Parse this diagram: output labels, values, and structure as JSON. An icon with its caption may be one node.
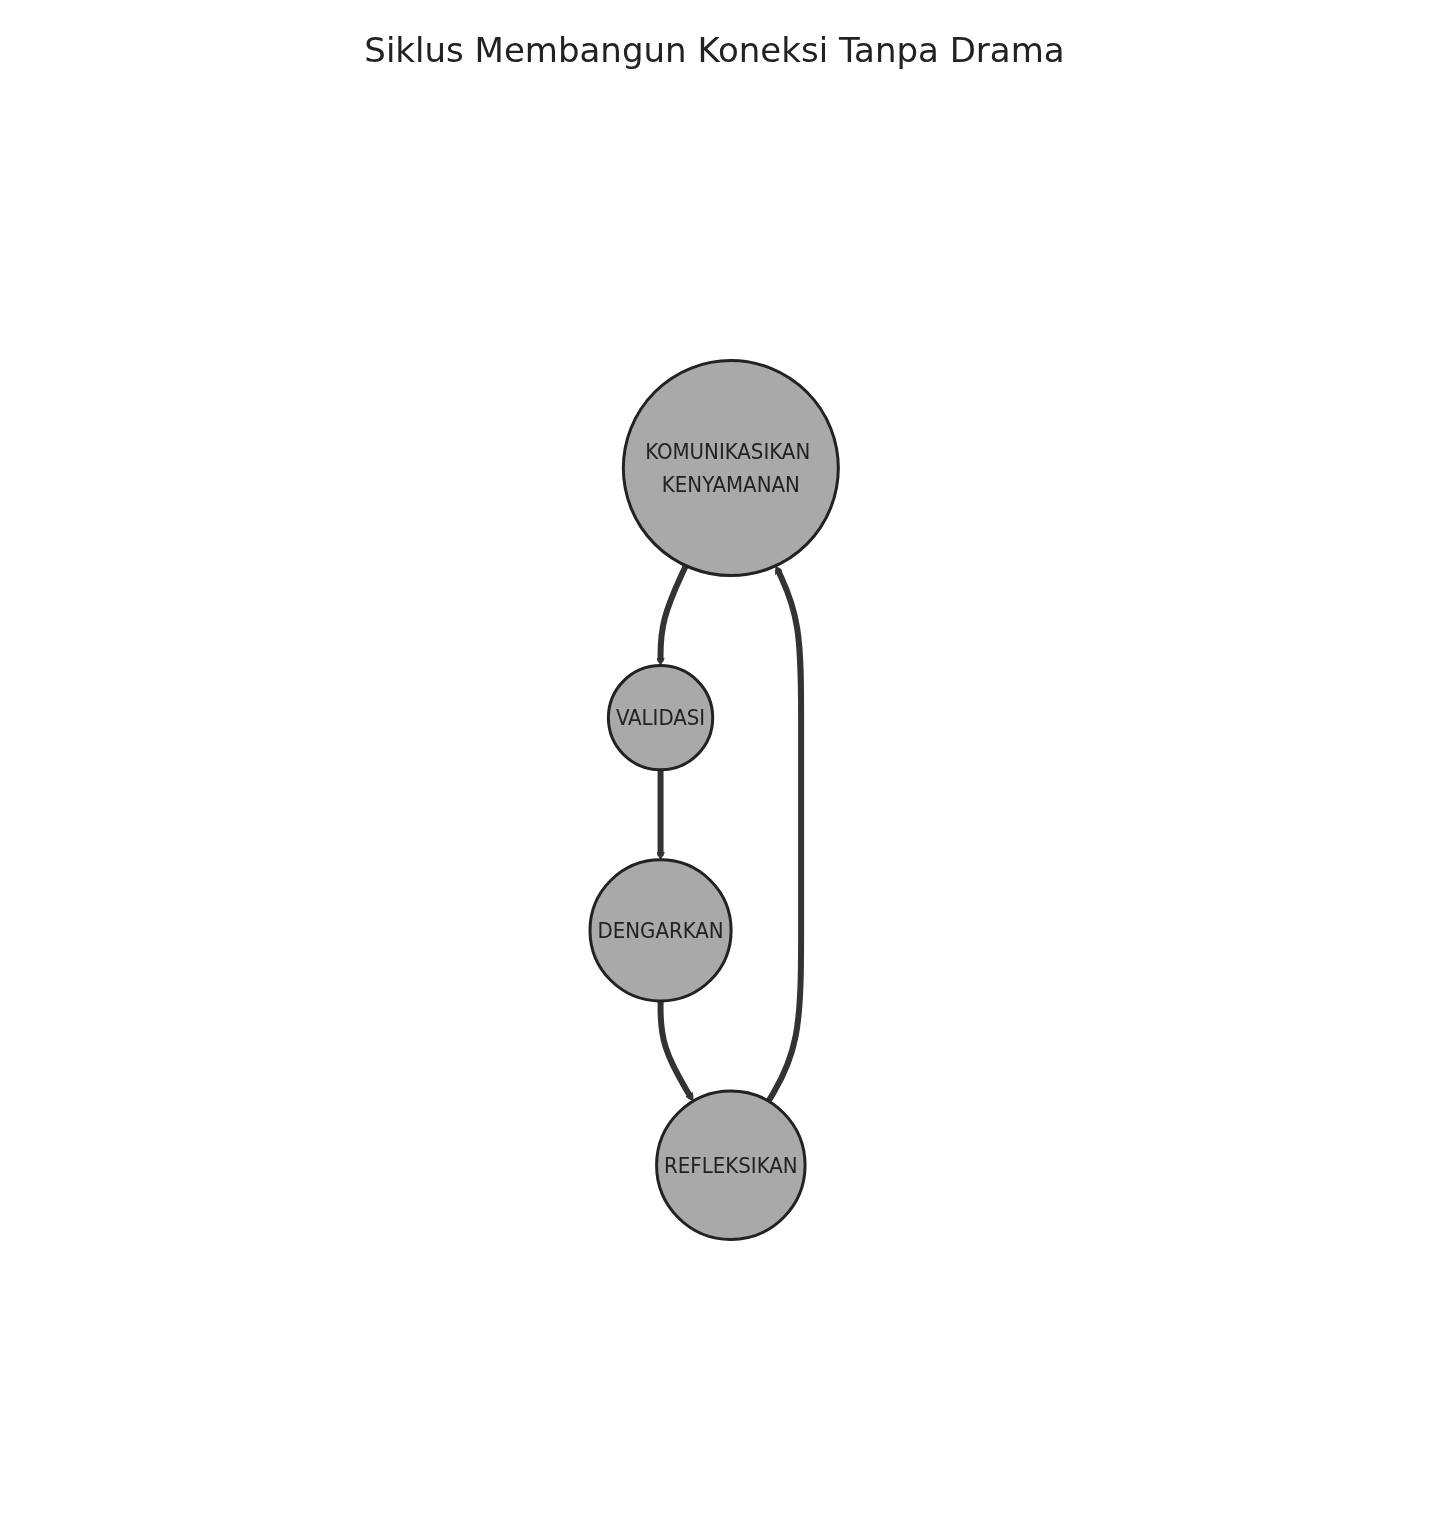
{
  "diagram": {
    "title": "Siklus Membangun Koneksi Tanpa Drama",
    "nodes": [
      {
        "text": [
          "KOMUNIKASIKAN KENYAMANAN"
        ]
      },
      {
        "text": [
          "VALIDASI"
        ]
      },
      {
        "text": [
          "REFLEKSIKAN"
        ]
      },
      {
        "text": [
          "DENGARKAN"
        ]
      }
    ],
    "edges": [
      {
        "from": 0,
        "to": 1,
        "arrow": "to"
      },
      {
        "from": 1,
        "to": 3,
        "arrow": "to"
      },
      {
        "from": 3,
        "to": 2,
        "arrow": "to"
      },
      {
        "from": 2,
        "to": 0,
        "arrow": "to"
      }
    ]
  }
}
